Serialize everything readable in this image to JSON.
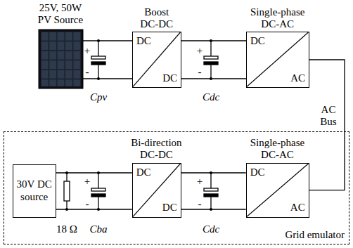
{
  "diagram": {
    "nodes": [
      {
        "text": [
          "Boost DC-DC",
          "DC",
          "DC"
        ]
      },
      {
        "text": [
          "Single-phase DC-AC",
          "DC",
          "AC"
        ]
      },
      {
        "text": [
          "Grid emulator"
        ]
      },
      {
        "text": [
          "30V DC source"
        ],
        "in": 2
      },
      {
        "text": [
          "Bi-direction DC-DC",
          "DC",
          "DC"
        ],
        "in": 2
      },
      {
        "text": [
          "Single-phase DC-AC",
          "DC",
          "AC"
        ],
        "in": 2
      }
    ],
    "edges": [
      {
        "from": 0,
        "to": 1,
        "arrow": "none"
      },
      {
        "from": 1,
        "to": 5,
        "arrow": "none",
        "label": "AC Bus"
      },
      {
        "from": 3,
        "to": 4,
        "arrow": "none"
      },
      {
        "from": 4,
        "to": 5,
        "arrow": "none"
      }
    ],
    "labels": [
      "25V, 50W PV Source",
      "+",
      "-",
      "Cpv",
      "+",
      "-",
      "Cdc",
      "+",
      "-",
      "Cba",
      "18 Ω",
      "+",
      "-",
      "Cdc"
    ]
  }
}
